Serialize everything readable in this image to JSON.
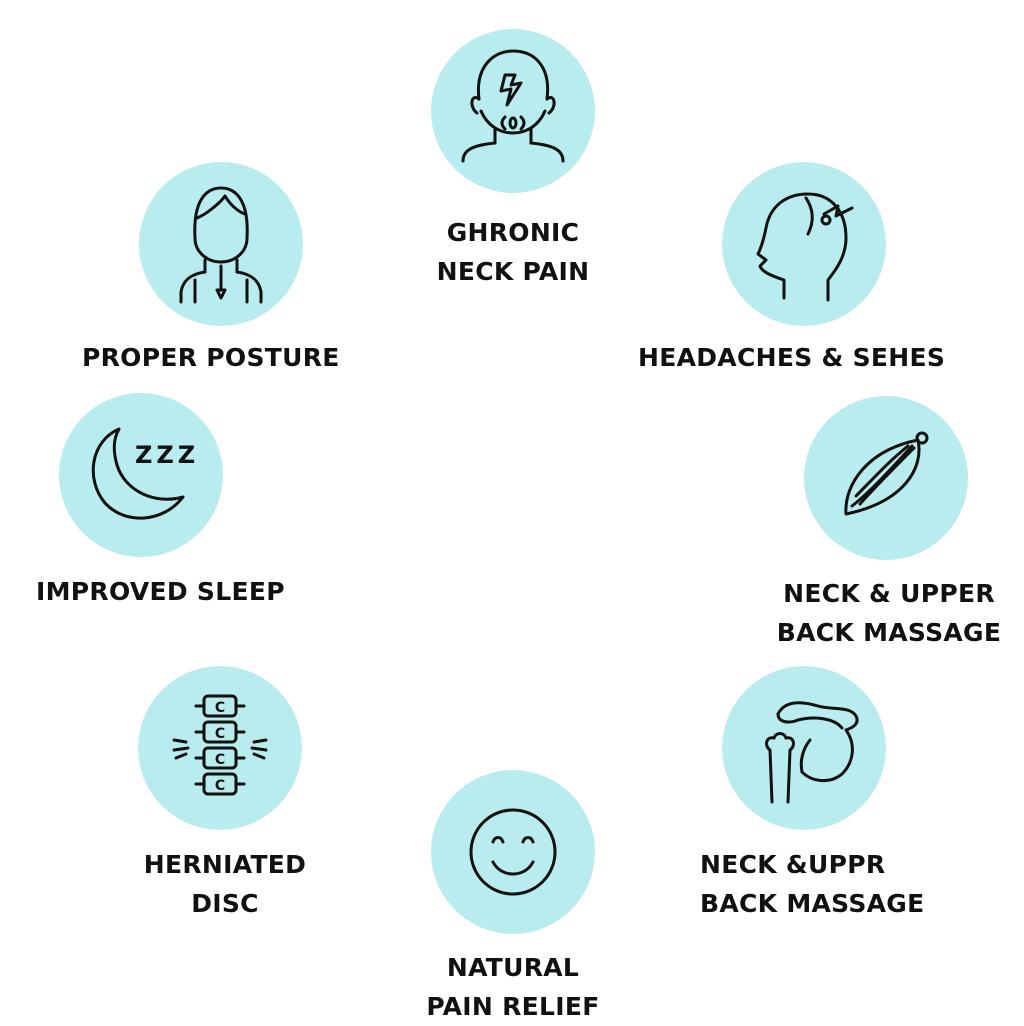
{
  "diagram": {
    "background_color": "#ffffff",
    "circle_color": "#b8ecee",
    "icon_color": "#111111",
    "items": [
      {
        "id": "chronic-neck-pain",
        "icon": "neck-pain-icon",
        "lines": [
          "GHRONIC",
          "NECK PAIN"
        ]
      },
      {
        "id": "headaches",
        "icon": "headache-icon",
        "lines": [
          "HEADACHES & SEHES"
        ]
      },
      {
        "id": "neck-upper-back-massage-1",
        "icon": "massage-tool-icon",
        "lines": [
          "NECK & UPPER",
          "BACK MASSAGE"
        ]
      },
      {
        "id": "neck-upper-back-massage-2",
        "icon": "shoulder-joint-icon",
        "lines": [
          "NECK &UPPR",
          "BACK MASSAGE"
        ]
      },
      {
        "id": "natural-pain-relief",
        "icon": "smiley-face-icon",
        "lines": [
          "NATURAL",
          "PAIN RELIEF"
        ]
      },
      {
        "id": "herniated-disc",
        "icon": "spine-icon",
        "lines": [
          "HERNIATED",
          "DISC"
        ]
      },
      {
        "id": "improved-sleep",
        "icon": "moon-zzz-icon",
        "lines": [
          "IMPROVED SLEEP"
        ],
        "icon_text": "ZZZ"
      },
      {
        "id": "proper-posture",
        "icon": "posture-person-icon",
        "lines": [
          "PROPER POSTURE"
        ]
      }
    ],
    "spine_letters": [
      "C",
      "C",
      "C",
      "C"
    ]
  }
}
